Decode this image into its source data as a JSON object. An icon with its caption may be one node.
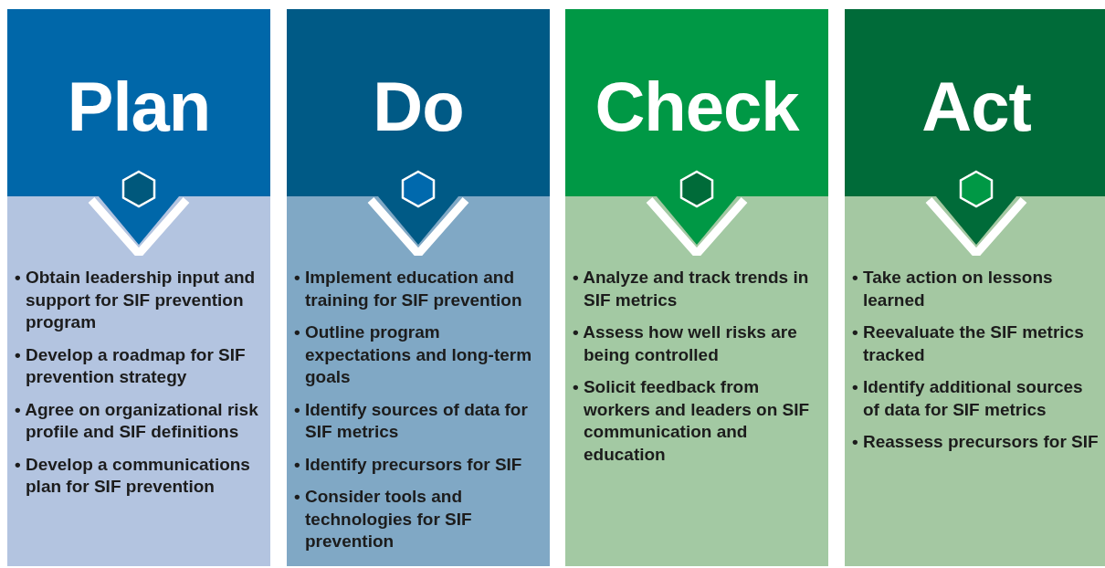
{
  "diagram": {
    "nodes": [
      {
        "text": [
          "Plan",
          "• Obtain leadership input and support for SIF prevention program",
          "• Develop a roadmap for SIF prevention strategy",
          "• Agree on organizational risk profile and SIF definitions",
          "• Develop a communications plan for SIF prevention"
        ]
      },
      {
        "text": [
          "Do",
          "• Implement education and training for SIF prevention",
          "• Outline program expectations and long-term goals",
          "• Identify sources of data for SIF metrics",
          "• Identify precursors for SIF",
          "• Consider tools and technologies for SIF prevention"
        ]
      },
      {
        "text": [
          "Check",
          "• Analyze and track trends in SIF metrics",
          "• Assess how well risks are being controlled",
          "• Solicit feedback from workers and leaders on SIF communication and education"
        ]
      },
      {
        "text": [
          "Act",
          "• Take action on lessons learned",
          "• Reevaluate the SIF metrics tracked",
          "• Identify additional sources of data for SIF metrics",
          "• Reassess precursors for SIF"
        ]
      }
    ]
  }
}
